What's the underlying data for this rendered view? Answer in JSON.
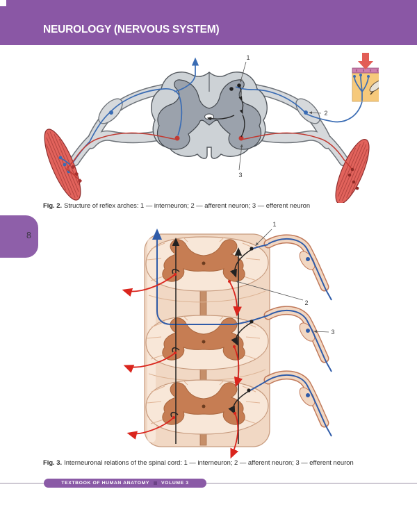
{
  "header": {
    "title": "NEUROLOGY (NERVOUS SYSTEM)"
  },
  "page_tab": {
    "number": "8"
  },
  "fig2": {
    "label": "Fig. 2.",
    "caption": "Structure of reflex arches: 1 — interneuron; 2 — afferent neuron; 3 — efferent neuron",
    "callouts": [
      "1",
      "2",
      "3"
    ]
  },
  "fig3": {
    "label": "Fig. 3.",
    "caption": "Interneuronal relations of the spinal cord: 1 — interneuron; 2 — afferent neuron; 3 — efferent neuron",
    "callouts": [
      "1",
      "2",
      "3"
    ]
  },
  "footer": {
    "book": "TEXTBOOK OF HUMAN ANATOMY",
    "separator": "■",
    "volume": "VOLUME 3"
  },
  "colors": {
    "header_purple": "#8a57a5",
    "tab_purple": "#8e5fa9",
    "footer_purple": "#8a5aa6",
    "afferent_blue_fig2": "#3a6cb4",
    "efferent_red_fig2": "#c23a32",
    "white_matter_fig2": "#cdd2d6",
    "gray_matter_fig2": "#9ba2ac",
    "muscle_red": "#e2635c",
    "skin_yellow": "#f6c97b",
    "epidermis_pink": "#cd7fae",
    "white_matter_fig3": "#f8e7d8",
    "gray_matter_fig3": "#c67d53",
    "afferent_blue_fig3": "#2f5ba8",
    "efferent_red_fig3": "#da251d",
    "interneuron_black": "#222222"
  }
}
